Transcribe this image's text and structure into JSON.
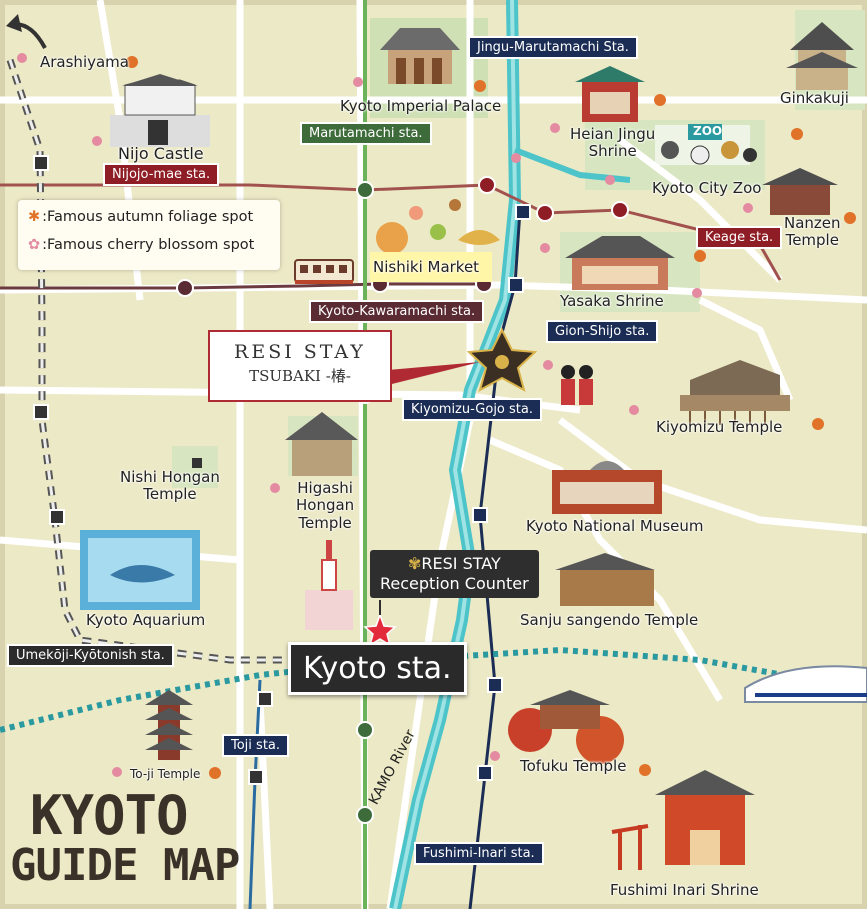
{
  "title": {
    "line1": "KYOTO",
    "line2": "GUIDE MAP"
  },
  "legend": {
    "autumn": ":Famous autumn foliage spot",
    "cherry": ":Famous cherry blossom spot",
    "autumn_icon": "maple-leaf-icon",
    "cherry_icon": "cherry-blossom-icon"
  },
  "places": {
    "arashiyama": "Arashiyama",
    "imperial_palace": "Kyoto Imperial Palace",
    "ginkakuji": "Ginkakuji",
    "nijo_castle": "Nijo Castle",
    "heian_jingu": "Heian Jingu\nShrine",
    "zoo": "Kyoto City Zoo",
    "zoo_sign": "ZOO",
    "nanzen": "Nanzen\nTemple",
    "nishiki": "Nishiki Market",
    "yasaka": "Yasaka Shrine",
    "kiyomizu_temple": "Kiyomizu Temple",
    "nishi_hongan": "Nishi Hongan\nTemple",
    "higashi_hongan": "Higashi\nHongan\nTemple",
    "national_museum": "Kyoto National Museum",
    "aquarium": "Kyoto Aquarium",
    "sanjusangendo": "Sanju sangendo Temple",
    "toji_temple": "To-ji Temple",
    "tofuku": "Tofuku Temple",
    "fushimi_inari_shrine": "Fushimi Inari Shrine",
    "kamo_river": "KAMO River"
  },
  "stations": {
    "jingu_marutamachi": "Jingu-Marutamachi Sta.",
    "marutamachi": "Marutamachi sta.",
    "nijojo_mae": "Nijojo-mae sta.",
    "keage": "Keage sta.",
    "kawaramachi": "Kyoto-Kawaramachi sta.",
    "gion_shijo": "Gion-Shijo sta.",
    "kiyomizu_gojo": "Kiyomizu-Gojo sta.",
    "umekoji": "Umekōji-Kyōtonish sta.",
    "kyoto": "Kyoto sta.",
    "toji": "Toji sta.",
    "fushimi_inari": "Fushimi-Inari sta."
  },
  "hotel": {
    "brand": "RESI STAY",
    "name": "TSUBAKI -椿-",
    "reception_line1": "RESI STAY",
    "reception_line2": "Reception Counter"
  },
  "colors": {
    "background": "#ece9c6",
    "river": "#4cc4c9",
    "road": "#ffffff",
    "line_green": "#3d6b3a",
    "line_red": "#8f1d25",
    "line_navy": "#1b2d55",
    "jr_dotted": "#2a9aa0",
    "pin_star": "#e32a3a"
  }
}
